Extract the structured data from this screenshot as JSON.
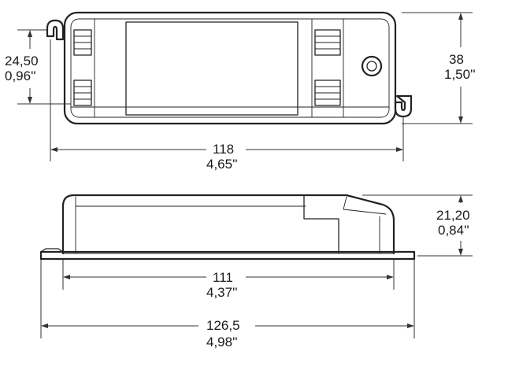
{
  "top_view": {
    "width_mm": "118",
    "width_in": "4,65''",
    "height_mm": "38",
    "height_in": "1,50''",
    "mount_mm": "24,50",
    "mount_in": "0,96''"
  },
  "side_view": {
    "height_mm": "21,20",
    "height_in": "0,84''",
    "inner_length_mm": "111",
    "inner_length_in": "4,37''",
    "overall_length_mm": "126,5",
    "overall_length_in": "4,98''"
  }
}
